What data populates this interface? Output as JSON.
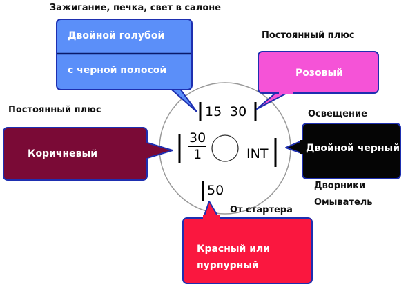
{
  "captions": {
    "top": "Зажигание, печка, свет в салоне",
    "top_right": "Постоянный плюс",
    "left": "Постоянный плюс",
    "lighting": "Освещение",
    "wipers_line1": "Дворники",
    "wipers_line2": "Омыватель",
    "starter": "От стартера"
  },
  "bubbles": {
    "blue_line1": "Двойной голубой",
    "blue_line2": "с черной полосой",
    "pink": "Розовый",
    "brown": "Коричневый",
    "black": "Двойной черный",
    "red_line1": "Красный или",
    "red_line2": "пурпурный"
  },
  "terminals": {
    "t15": "15",
    "t30_top": "30",
    "t30_1_num": "30",
    "t30_1_den": "1",
    "int": "INT",
    "t50": "50"
  },
  "colors": {
    "blue": "#5b8ff9",
    "pink": "#f553d7",
    "brown": "#7a0a36",
    "black": "#050505",
    "red": "#fa173f",
    "outline": "#1e2fb0"
  }
}
